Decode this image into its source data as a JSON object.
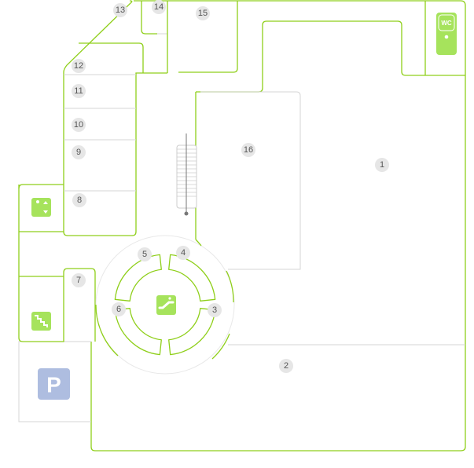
{
  "map": {
    "units": [
      {
        "id": "1",
        "label": "1"
      },
      {
        "id": "2",
        "label": "2"
      },
      {
        "id": "3",
        "label": "3"
      },
      {
        "id": "4",
        "label": "4"
      },
      {
        "id": "5",
        "label": "5"
      },
      {
        "id": "6",
        "label": "6"
      },
      {
        "id": "7",
        "label": "7"
      },
      {
        "id": "8",
        "label": "8"
      },
      {
        "id": "9",
        "label": "9"
      },
      {
        "id": "10",
        "label": "10"
      },
      {
        "id": "11",
        "label": "11"
      },
      {
        "id": "12",
        "label": "12"
      },
      {
        "id": "13",
        "label": "13"
      },
      {
        "id": "14",
        "label": "14"
      },
      {
        "id": "15",
        "label": "15"
      },
      {
        "id": "16",
        "label": "16"
      }
    ],
    "amenities": {
      "wc": {
        "icon": "wc-icon",
        "text": "WC"
      },
      "parking": {
        "icon": "parking-icon",
        "text": "P"
      },
      "elevator": {
        "icon": "elevator-icon"
      },
      "stairs": {
        "icon": "stairs-icon"
      },
      "escalator": {
        "icon": "escalator-icon"
      }
    },
    "colors": {
      "wall": "#8fcf1a",
      "icon": "#a6e35c",
      "parking": "#aebde0",
      "label_bg": "#e6e6e6"
    }
  }
}
